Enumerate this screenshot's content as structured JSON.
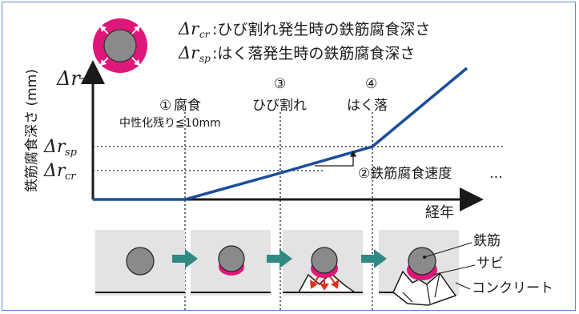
{
  "legend": {
    "delta_cr_symbol": "Δr",
    "delta_cr_sub": "cr",
    "delta_cr_text": ":ひび割れ発生時の鉄筋腐食深さ",
    "delta_sp_symbol": "Δr",
    "delta_sp_sub": "sp",
    "delta_sp_text": ":はく落発生時の鉄筋腐食深さ"
  },
  "axes": {
    "y_label": "鉄筋腐食深さ (mm)",
    "x_label": "経年",
    "y_top_symbol": "Δr",
    "y_mark_sp_symbol": "Δr",
    "y_mark_sp_sub": "sp",
    "y_mark_cr_symbol": "Δr",
    "y_mark_cr_sub": "cr"
  },
  "stages": [
    {
      "number": "①",
      "label": "腐食",
      "note": "中性化残り≦10mm"
    },
    {
      "number": "③",
      "label": "ひび割れ"
    },
    {
      "number": "④",
      "label": "はく落"
    }
  ],
  "rate_annotation": "②鉄筋腐食速度",
  "rate_dots": "…",
  "labels": {
    "rebar": "鉄筋",
    "rust": "サビ",
    "concrete": "コンクリート"
  },
  "colors": {
    "curve": "#1a4e9c",
    "rust": "#e0177a",
    "arrow_teal": "#2e8a83",
    "panel": "#e3e3e3",
    "steel": "#8a8a8a",
    "crack_arrow": "#e0321e"
  }
}
